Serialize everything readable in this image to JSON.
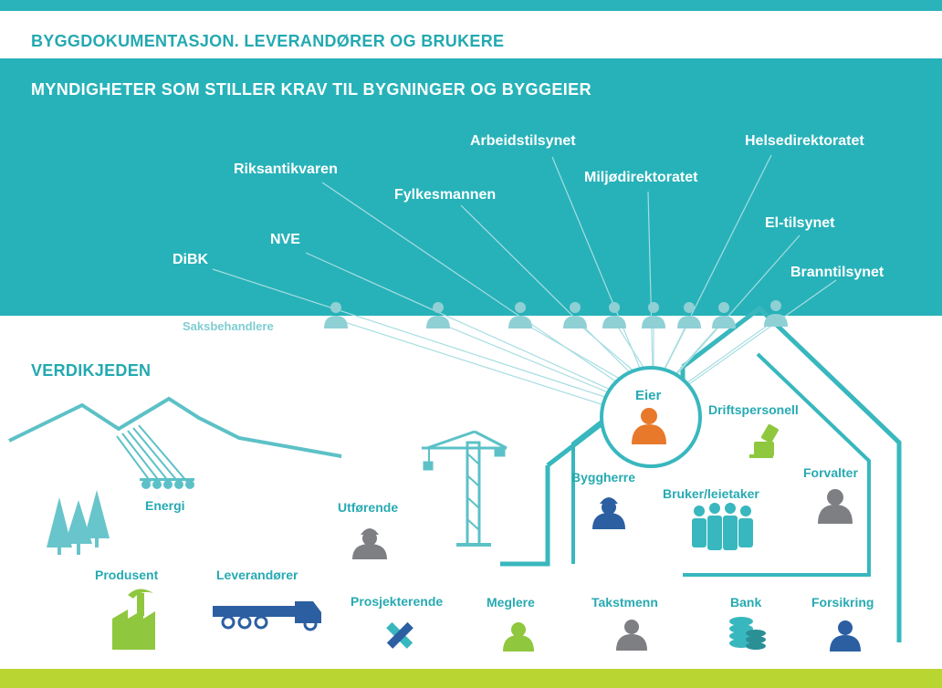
{
  "header": {
    "title": "BYGGDOKUMENTASJON. LEVERANDØRER OG BRUKERE",
    "subtitle": "MYNDIGHETER SOM STILLER KRAV TIL BYGNINGER OG BYGGEIER"
  },
  "authorities": [
    "Arbeidstilsynet",
    "Helsedirektoratet",
    "Riksantikvaren",
    "Miljødirektoratet",
    "Fylkesmannen",
    "NVE",
    "El-tilsynet",
    "DiBK",
    "Branntilsynet"
  ],
  "caseworkers_label": "Saksbehandlere",
  "value_chain": {
    "title": "VERDIKJEDEN",
    "owner": "Eier",
    "actors": {
      "driftspersonell": "Driftspersonell",
      "energi": "Energi",
      "byggherre": "Byggherre",
      "forvalter": "Forvalter",
      "bruker": "Bruker/leietaker",
      "utforende": "Utførende",
      "produsent": "Produsent",
      "leverandorer": "Leverandører",
      "prosjekterende": "Prosjekterende",
      "meglere": "Meglere",
      "takstmenn": "Takstmenn",
      "bank": "Bank",
      "forsikring": "Forsikring"
    }
  },
  "colors": {
    "teal": "#27b2b9",
    "teal_text": "#27aab2",
    "light_teal": "#7fcdd2",
    "green": "#8fc73e",
    "lime": "#b9d532",
    "orange": "#e8792b",
    "navy": "#2b5fa1",
    "gray": "#7d7f82"
  }
}
